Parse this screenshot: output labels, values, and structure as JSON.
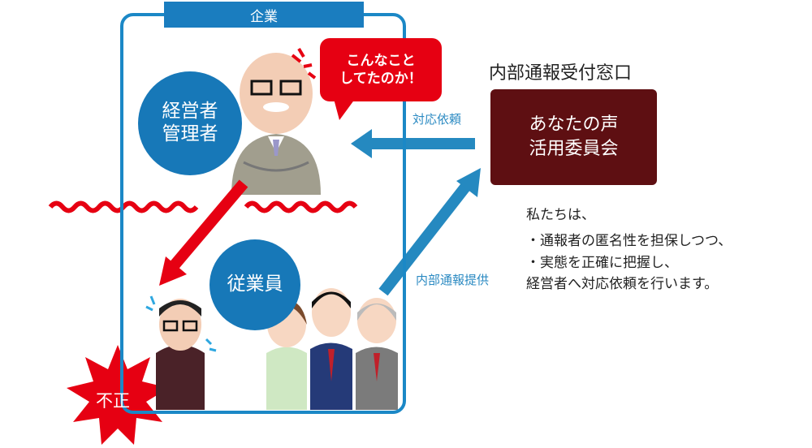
{
  "company_label": "企業",
  "management_circle": {
    "line1": "経営者",
    "line2": "管理者"
  },
  "speech_bubble": {
    "line1": "こんなこと",
    "line2": "してたのか！"
  },
  "employees_circle": "従業員",
  "arrow_request_label": "対応依頼",
  "arrow_report_label": "内部通報提供",
  "desk_title": "内部通報受付窓口",
  "committee_box": {
    "line1": "あなたの声",
    "line2": "活用委員会"
  },
  "description": {
    "intro": "私たちは、",
    "bullets": [
      "・通報者の匿名性を担保しつつ、",
      "・実態を正確に把握し、"
    ],
    "closing": "経営者へ対応依頼を行います。"
  },
  "fraud_badge": "不正",
  "colors": {
    "blue": "#1a7dbf",
    "red": "#e60012",
    "maroon": "#5e0f12",
    "arrow_blue": "#2589c0"
  }
}
